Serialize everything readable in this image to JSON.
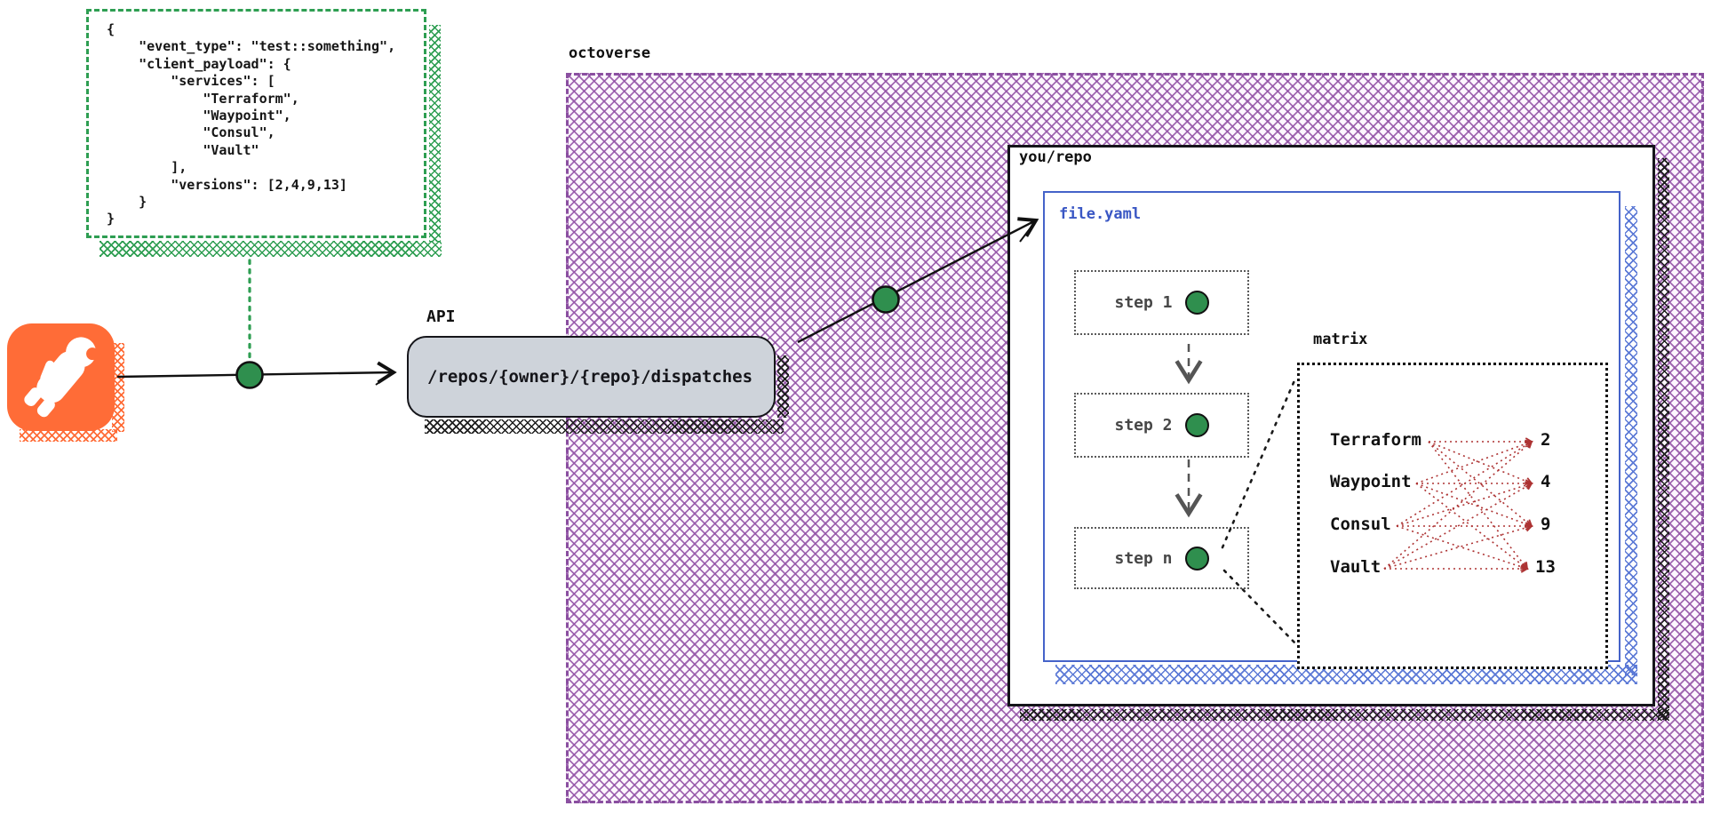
{
  "request_json": {
    "lines": [
      "{",
      "    \"event_type\": \"test::something\",",
      "    \"client_payload\": {",
      "        \"services\": [",
      "            \"Terraform\",",
      "            \"Waypoint\",",
      "            \"Consul\",",
      "            \"Vault\"",
      "        ],",
      "        \"versions\": [2,4,9,13]",
      "    }",
      "}"
    ]
  },
  "api": {
    "label": "API",
    "endpoint": "/repos/{owner}/{repo}/dispatches"
  },
  "octoverse": {
    "label": "octoverse"
  },
  "repo": {
    "label": "you/repo",
    "file": "file.yaml",
    "steps": [
      {
        "label": "step 1"
      },
      {
        "label": "step 2"
      },
      {
        "label": "step n"
      }
    ]
  },
  "matrix": {
    "label": "matrix",
    "services": [
      "Terraform",
      "Waypoint",
      "Consul",
      "Vault"
    ],
    "versions": [
      "2",
      "4",
      "9",
      "13"
    ]
  },
  "icons": {
    "postman": "postman-astronaut-icon"
  },
  "colors": {
    "green": "#2f8f4e",
    "green_border": "#2e9e52",
    "purple": "#8a4fa0",
    "blue": "#4563c9",
    "orange": "#ff6c37",
    "red_lines": "#ad3333",
    "api_box_fill": "#ced3da"
  }
}
